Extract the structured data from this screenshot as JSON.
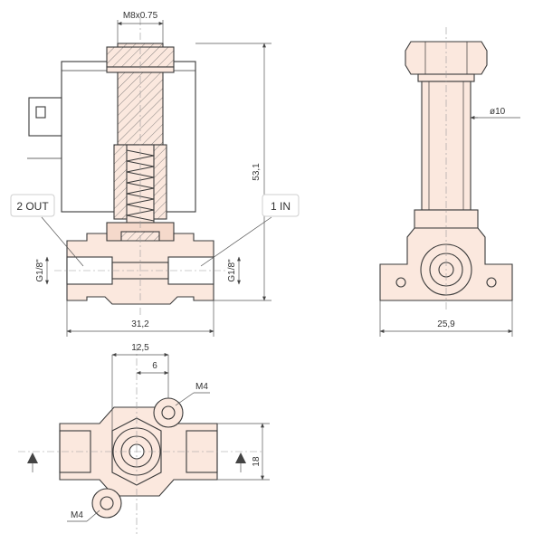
{
  "labels": {
    "thread_top": "M8x0.75",
    "port_out": "2 OUT",
    "port_in": "1 IN",
    "port_thread_left": "G1/8\"",
    "port_thread_right": "G1/8\"",
    "height": "53,1",
    "width_front": "31,2",
    "diameter": "ø10",
    "width_side": "25,9",
    "dim_12_5": "12,5",
    "dim_6": "6",
    "hole_upper": "M4",
    "hole_lower": "M4",
    "depth": "18"
  },
  "colors": {
    "body_fill": "#fbe8de",
    "line": "#3a3a3a"
  }
}
